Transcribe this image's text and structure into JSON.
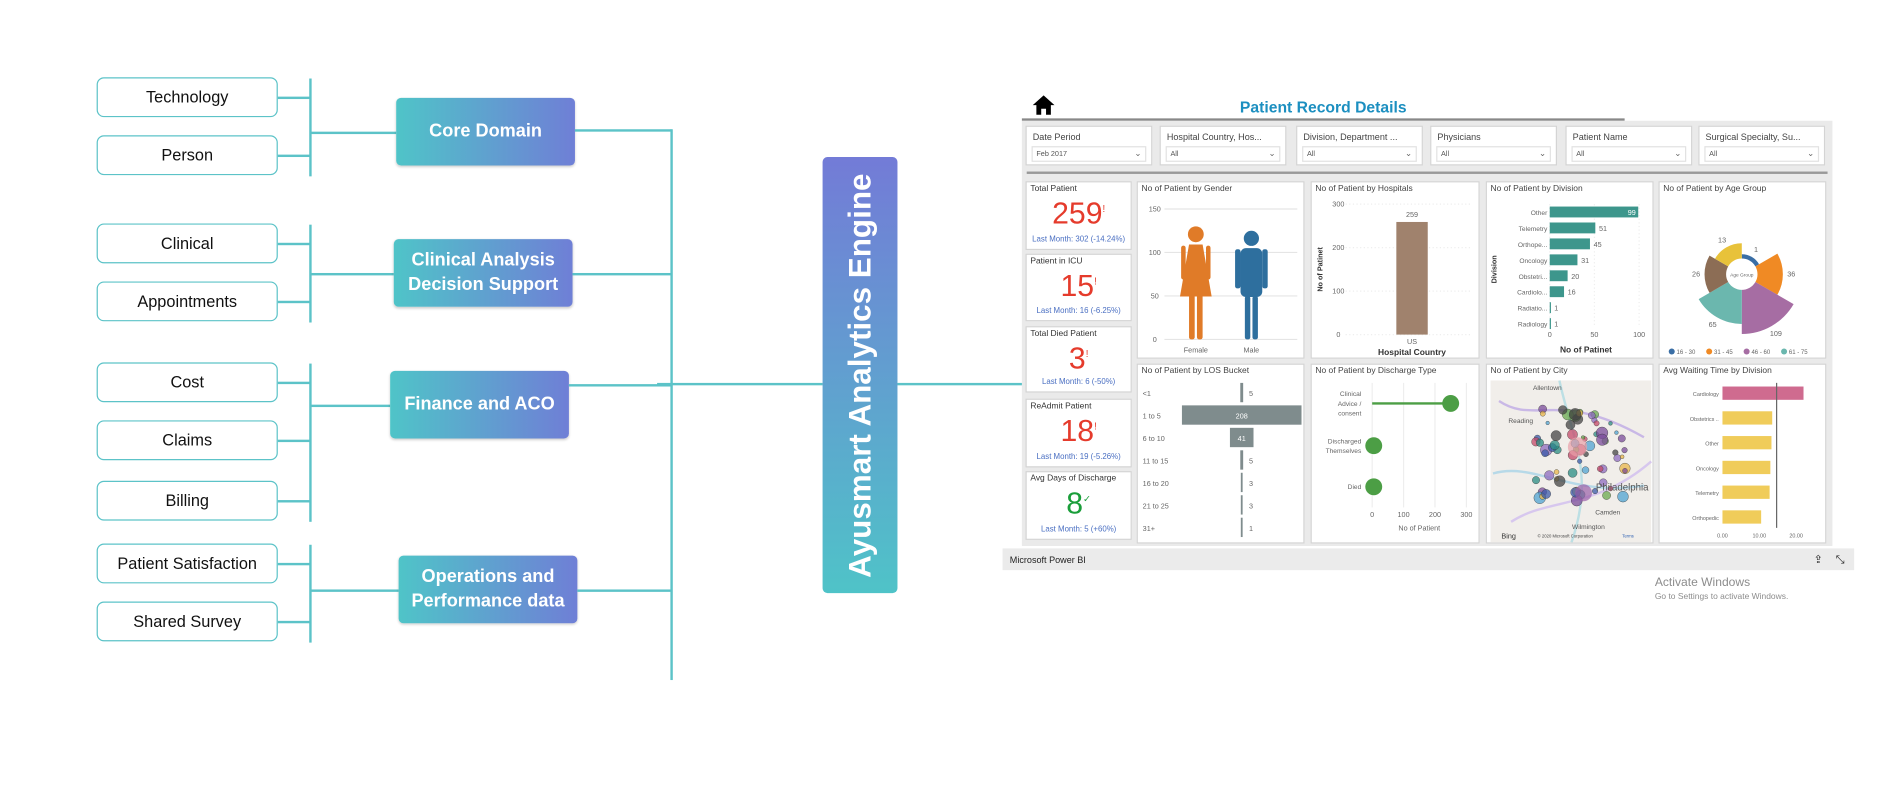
{
  "diagram": {
    "groups": [
      {
        "sources": [
          "Technology",
          "Person"
        ],
        "domain": "Core Domain"
      },
      {
        "sources": [
          "Clinical",
          "Appointments"
        ],
        "domain": "Clinical Analysis Decision Support"
      },
      {
        "sources": [
          "Cost",
          "Claims",
          "Billing"
        ],
        "domain": "Finance and ACO"
      },
      {
        "sources": [
          "Patient Satisfaction",
          "Shared Survey"
        ],
        "domain": "Operations  and Performance  data"
      }
    ],
    "engine": "Ayusmart Analytics Engine",
    "line_color": "#5cc3c8"
  },
  "dashboard": {
    "title": "Patient Record Details",
    "filters": [
      {
        "label": "Date Period",
        "value": "Feb 2017"
      },
      {
        "label": "Hospital Country, Hos...",
        "value": "All"
      },
      {
        "label": "Division, Department ...",
        "value": "All"
      },
      {
        "label": "Physicians",
        "value": "All"
      },
      {
        "label": "Patient Name",
        "value": "All"
      },
      {
        "label": "Surgical Specialty, Su...",
        "value": "All"
      }
    ],
    "cards": [
      {
        "title": "Total Patient",
        "value": "259",
        "mark": "!",
        "sub": "Last Month: 302 (-14.24%)",
        "color": "#e53b2c"
      },
      {
        "title": "Patient in ICU",
        "value": "15",
        "mark": "!",
        "sub": "Last Month: 16 (-6.25%)",
        "color": "#e53b2c"
      },
      {
        "title": "Total Died Patient",
        "value": "3",
        "mark": "!",
        "sub": "Last Month: 6 (-50%)",
        "color": "#e53b2c"
      },
      {
        "title": "ReAdmit Patient",
        "value": "18",
        "mark": "!",
        "sub": "Last Month: 19 (-5.26%)",
        "color": "#e53b2c"
      },
      {
        "title": "Avg Days of Discharge",
        "value": "8",
        "mark": "✓",
        "sub": "Last Month: 5 (+60%)",
        "color": "#1a9e3a"
      }
    ],
    "map": {
      "title": "No of Patient by City",
      "places": [
        "Allentown",
        "Reading",
        "Philadelphia",
        "Camden",
        "Wilmington"
      ],
      "bing": "Bing",
      "copyright": "© 2020 Microsoft Corporation",
      "terms": "Terms"
    },
    "watermark": {
      "line1": "Activate Windows",
      "line2": "Go to Settings to activate Windows."
    },
    "footer": "Microsoft Power BI"
  },
  "chart_data": [
    {
      "id": "gender",
      "type": "bar",
      "title": "No of Patient by Gender",
      "categories": [
        "Female",
        "Male"
      ],
      "values": [
        130,
        125
      ],
      "ylim": [
        0,
        150
      ],
      "yticks": [
        0,
        50,
        100,
        150
      ],
      "colors": [
        "#e07b28",
        "#2e6f9e"
      ]
    },
    {
      "id": "hospitals",
      "type": "bar",
      "title": "No of Patient by Hospitals",
      "categories": [
        "US"
      ],
      "values": [
        259
      ],
      "ylim": [
        0,
        300
      ],
      "yticks": [
        0,
        100,
        200,
        300
      ],
      "xlabel": "Hospital Country",
      "ylabel": "No of Patinet",
      "color": "#a0826d"
    },
    {
      "id": "division",
      "type": "bar",
      "title": "No of Patient by Division",
      "categories": [
        "Other",
        "Telemetry",
        "Orthope...",
        "Oncology",
        "Obstetri...",
        "Cardiolo...",
        "Radiatio...",
        "Radiology"
      ],
      "values": [
        99,
        51,
        45,
        31,
        20,
        16,
        1,
        1
      ],
      "xlim": [
        0,
        100
      ],
      "xticks": [
        0,
        50,
        100
      ],
      "xlabel": "No of Patinet",
      "ylabel": "Division",
      "color": "#3d968c"
    },
    {
      "id": "age",
      "type": "pie",
      "title": "No of Patient by Age Group",
      "center_label": "Age Group",
      "values": [
        1,
        36,
        109,
        65,
        26,
        13
      ],
      "colors": [
        "#3a6ea5",
        "#f08a24",
        "#a66da3",
        "#6bb7ae",
        "#8c6d55",
        "#e8c23a"
      ],
      "legend": [
        {
          "label": "16 - 30",
          "color": "#3a6ea5"
        },
        {
          "label": "31 - 45",
          "color": "#f08a24"
        },
        {
          "label": "46 - 60",
          "color": "#a66da3"
        },
        {
          "label": "61 - 75",
          "color": "#6bb7ae"
        }
      ]
    },
    {
      "id": "los",
      "type": "bar",
      "title": "No of Patient by LOS Bucket",
      "categories": [
        "<1",
        "1 to 5",
        "6 to 10",
        "11 to 15",
        "16 to 20",
        "21 to 25",
        "31+"
      ],
      "values": [
        5,
        208,
        41,
        5,
        3,
        3,
        1
      ],
      "color": "#7f8c8d"
    },
    {
      "id": "discharge",
      "type": "scatter",
      "title": "No of Patient by Discharge Type",
      "categories": [
        "Clinical Advice / consent",
        "Discharged Themselves",
        "Died"
      ],
      "values": [
        250,
        5,
        5
      ],
      "xlim": [
        0,
        300
      ],
      "xticks": [
        0,
        100,
        200,
        300
      ],
      "xlabel": "No of Patient",
      "color": "#4c9e45"
    },
    {
      "id": "waiting",
      "type": "bar",
      "title": "Avg Waiting Time by Division",
      "categories": [
        "Cardiology",
        "Obstetrics ..",
        "Other",
        "Oncology",
        "Telemetry",
        "Orthopedic"
      ],
      "values": [
        22,
        13.5,
        13.3,
        13,
        12.8,
        10.5
      ],
      "xlim": [
        0,
        25
      ],
      "xticks": [
        "0.00",
        "10.00",
        "20.00"
      ],
      "reference": 14.7,
      "colors": [
        "#cf6b8f",
        "#f0cc5a"
      ]
    }
  ]
}
